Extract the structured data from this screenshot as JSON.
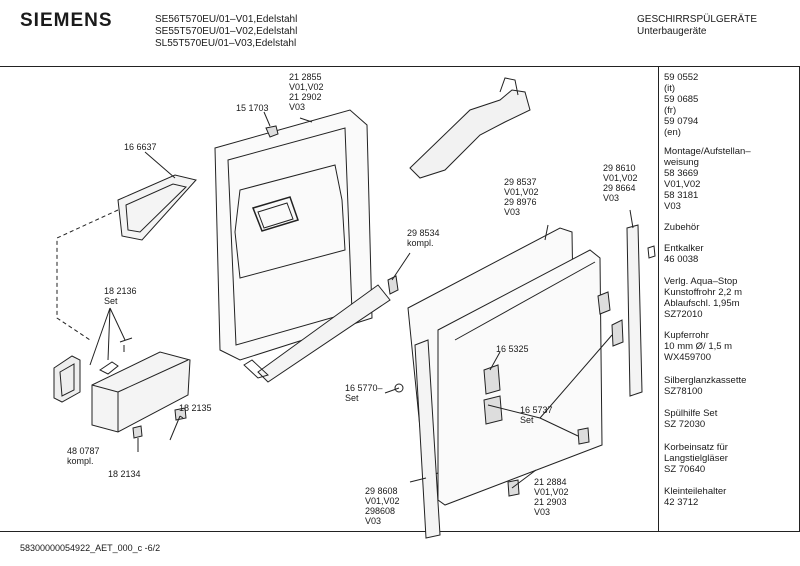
{
  "header": {
    "brand": "SIEMENS",
    "models": [
      "SE56T570EU/01–V01,Edelstahl",
      "SE55T570EU/01–V02,Edelstahl",
      "SL55T570EU/01–V03,Edelstahl"
    ],
    "category": "GESCHIRRSPÜLGERÄTE",
    "subcategory": "Unterbaugeräte"
  },
  "labels": {
    "l1": "21 2855\nV01,V02\n21 2902\nV03",
    "l2": "15 1703",
    "l3": "16 6637",
    "l4": "29 8537\nV01,V02\n29 8976\nV03",
    "l5": "29 8610\nV01,V02\n29 8664\nV03",
    "l6": "29 8534\nkompl.",
    "l7": "18 2136\nSet",
    "l8": "16 5325",
    "l9": "16 5770–\nSet",
    "l10": "16 5737\nSet",
    "l11": "18 2135",
    "l12": "48 0787\nkompl.",
    "l13": "18 2134",
    "l14": "21 2884\nV01,V02\n21 2903\nV03",
    "l15": "29 8608\nV01,V02\n298608\nV03"
  },
  "sidebar": [
    "59 0552\n(it)\n59 0685\n(fr)\n59 0794\n(en)",
    "Montage/Aufstellan–\nweisung\n58 3669\nV01,V02\n58 3181\nV03",
    "Zubehör",
    "Entkalker\n46 0038",
    "Verlg. Aqua–Stop\nKunstoffrohr 2,2 m\nAblaufschl. 1,95m\nSZ72010",
    "Kupferrohr\n10 mm Ø/ 1,5 m\nWX459700",
    "Silberglanzkassette\nSZ78100",
    "Spülhilfe Set\nSZ 72030",
    "Korbeinsatz für\nLangstielgläser\nSZ 70640",
    "Kleinteilehalter\n42 3712"
  ],
  "footer": "58300000054922_AET_000_c  -6/2"
}
